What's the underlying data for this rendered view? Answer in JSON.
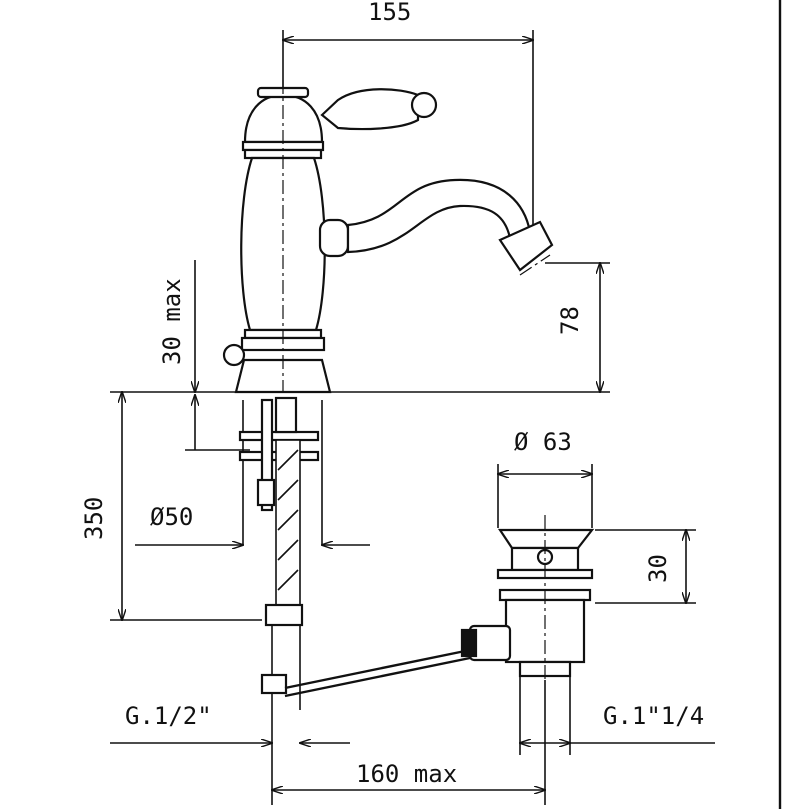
{
  "drawing": {
    "title": "Single lever basin mixer with pop-up waste - dimensions",
    "dimensions": {
      "overall_reach": "155",
      "spout_height": "78",
      "deck_thickness": "30 max",
      "hose_length": "350",
      "hole_diameter": "Ø50",
      "waste_diameter": "Ø 63",
      "waste_height": "30",
      "inlet_thread": "G.1/2\"",
      "waste_thread": "G.1\"1/4",
      "rod_length": "160 max"
    }
  }
}
